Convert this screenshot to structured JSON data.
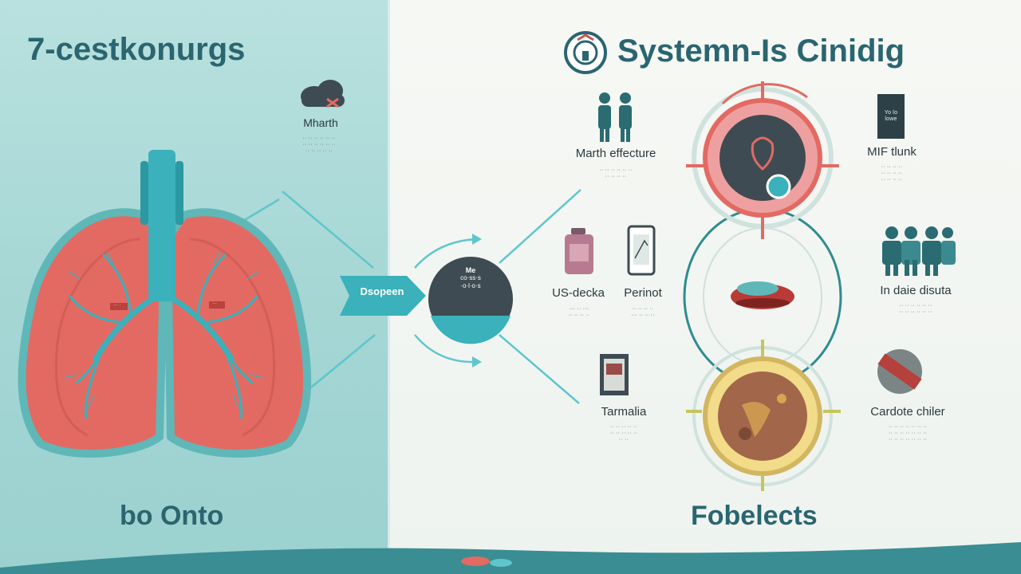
{
  "left_panel": {
    "title": "7-cestkonurgs",
    "footer": "bo Onto",
    "callout": {
      "label": "Mharth",
      "fine": "·· ·· ·· ·· ·· ··\n·· ·· ·· ·· ·· ··\n·· ·· ·· ·· ··"
    },
    "lung_tags": [
      "··· ·",
      "···"
    ],
    "arrow_label": "Dsopeen"
  },
  "hub": {
    "line1": "Me",
    "line2": "co·ss·s",
    "line3": "·o·l·o·s"
  },
  "right_panel": {
    "title": "Systemn-Is Cinidig",
    "footer": "Fobelects",
    "items": [
      {
        "id": "marth",
        "label": "Marth effecture",
        "fine": "·· ·· ·· ·· ·· ··\n·· ·· ·· ··"
      },
      {
        "id": "us-decka",
        "label": "US-decka",
        "fine": "··· ·· ···\n·· ·· ·· ··"
      },
      {
        "id": "perinot",
        "label": "Perinot",
        "fine": "·· ·· ·· ··\n··· ·· ·· ··"
      },
      {
        "id": "tarmalia",
        "label": "Tarmalia",
        "fine": "·· ·· ·· ·· ··\n·· ·· ·· ·· ··\n·· ··"
      },
      {
        "id": "mif",
        "label": "MIF tlunk",
        "fine": "·· ·· ·· ··\n·· ·· ·· ··\n·· ·· ·· ··"
      },
      {
        "id": "in-daie",
        "label": "In daie disuta",
        "fine": "·· ·· ·· ·· ·· ··\n·· ·· ·· ·· ·· ··"
      },
      {
        "id": "cardote",
        "label": "Cardote chiler",
        "fine": "·· ·· ·· ·· ·· ·· ··\n·· ·· ·· ·· ·· ·· ··\n·· ·· ·· ·· ·· ·· ··"
      }
    ],
    "card_text": "Yo lo\nlowe"
  },
  "colors": {
    "teal": "#2a6570",
    "lung_red": "#e26a63",
    "airway": "#3ab1bb",
    "panel_left": "#a4d6d4",
    "hub_dark": "#3e4b52",
    "gold": "#d2b660"
  }
}
